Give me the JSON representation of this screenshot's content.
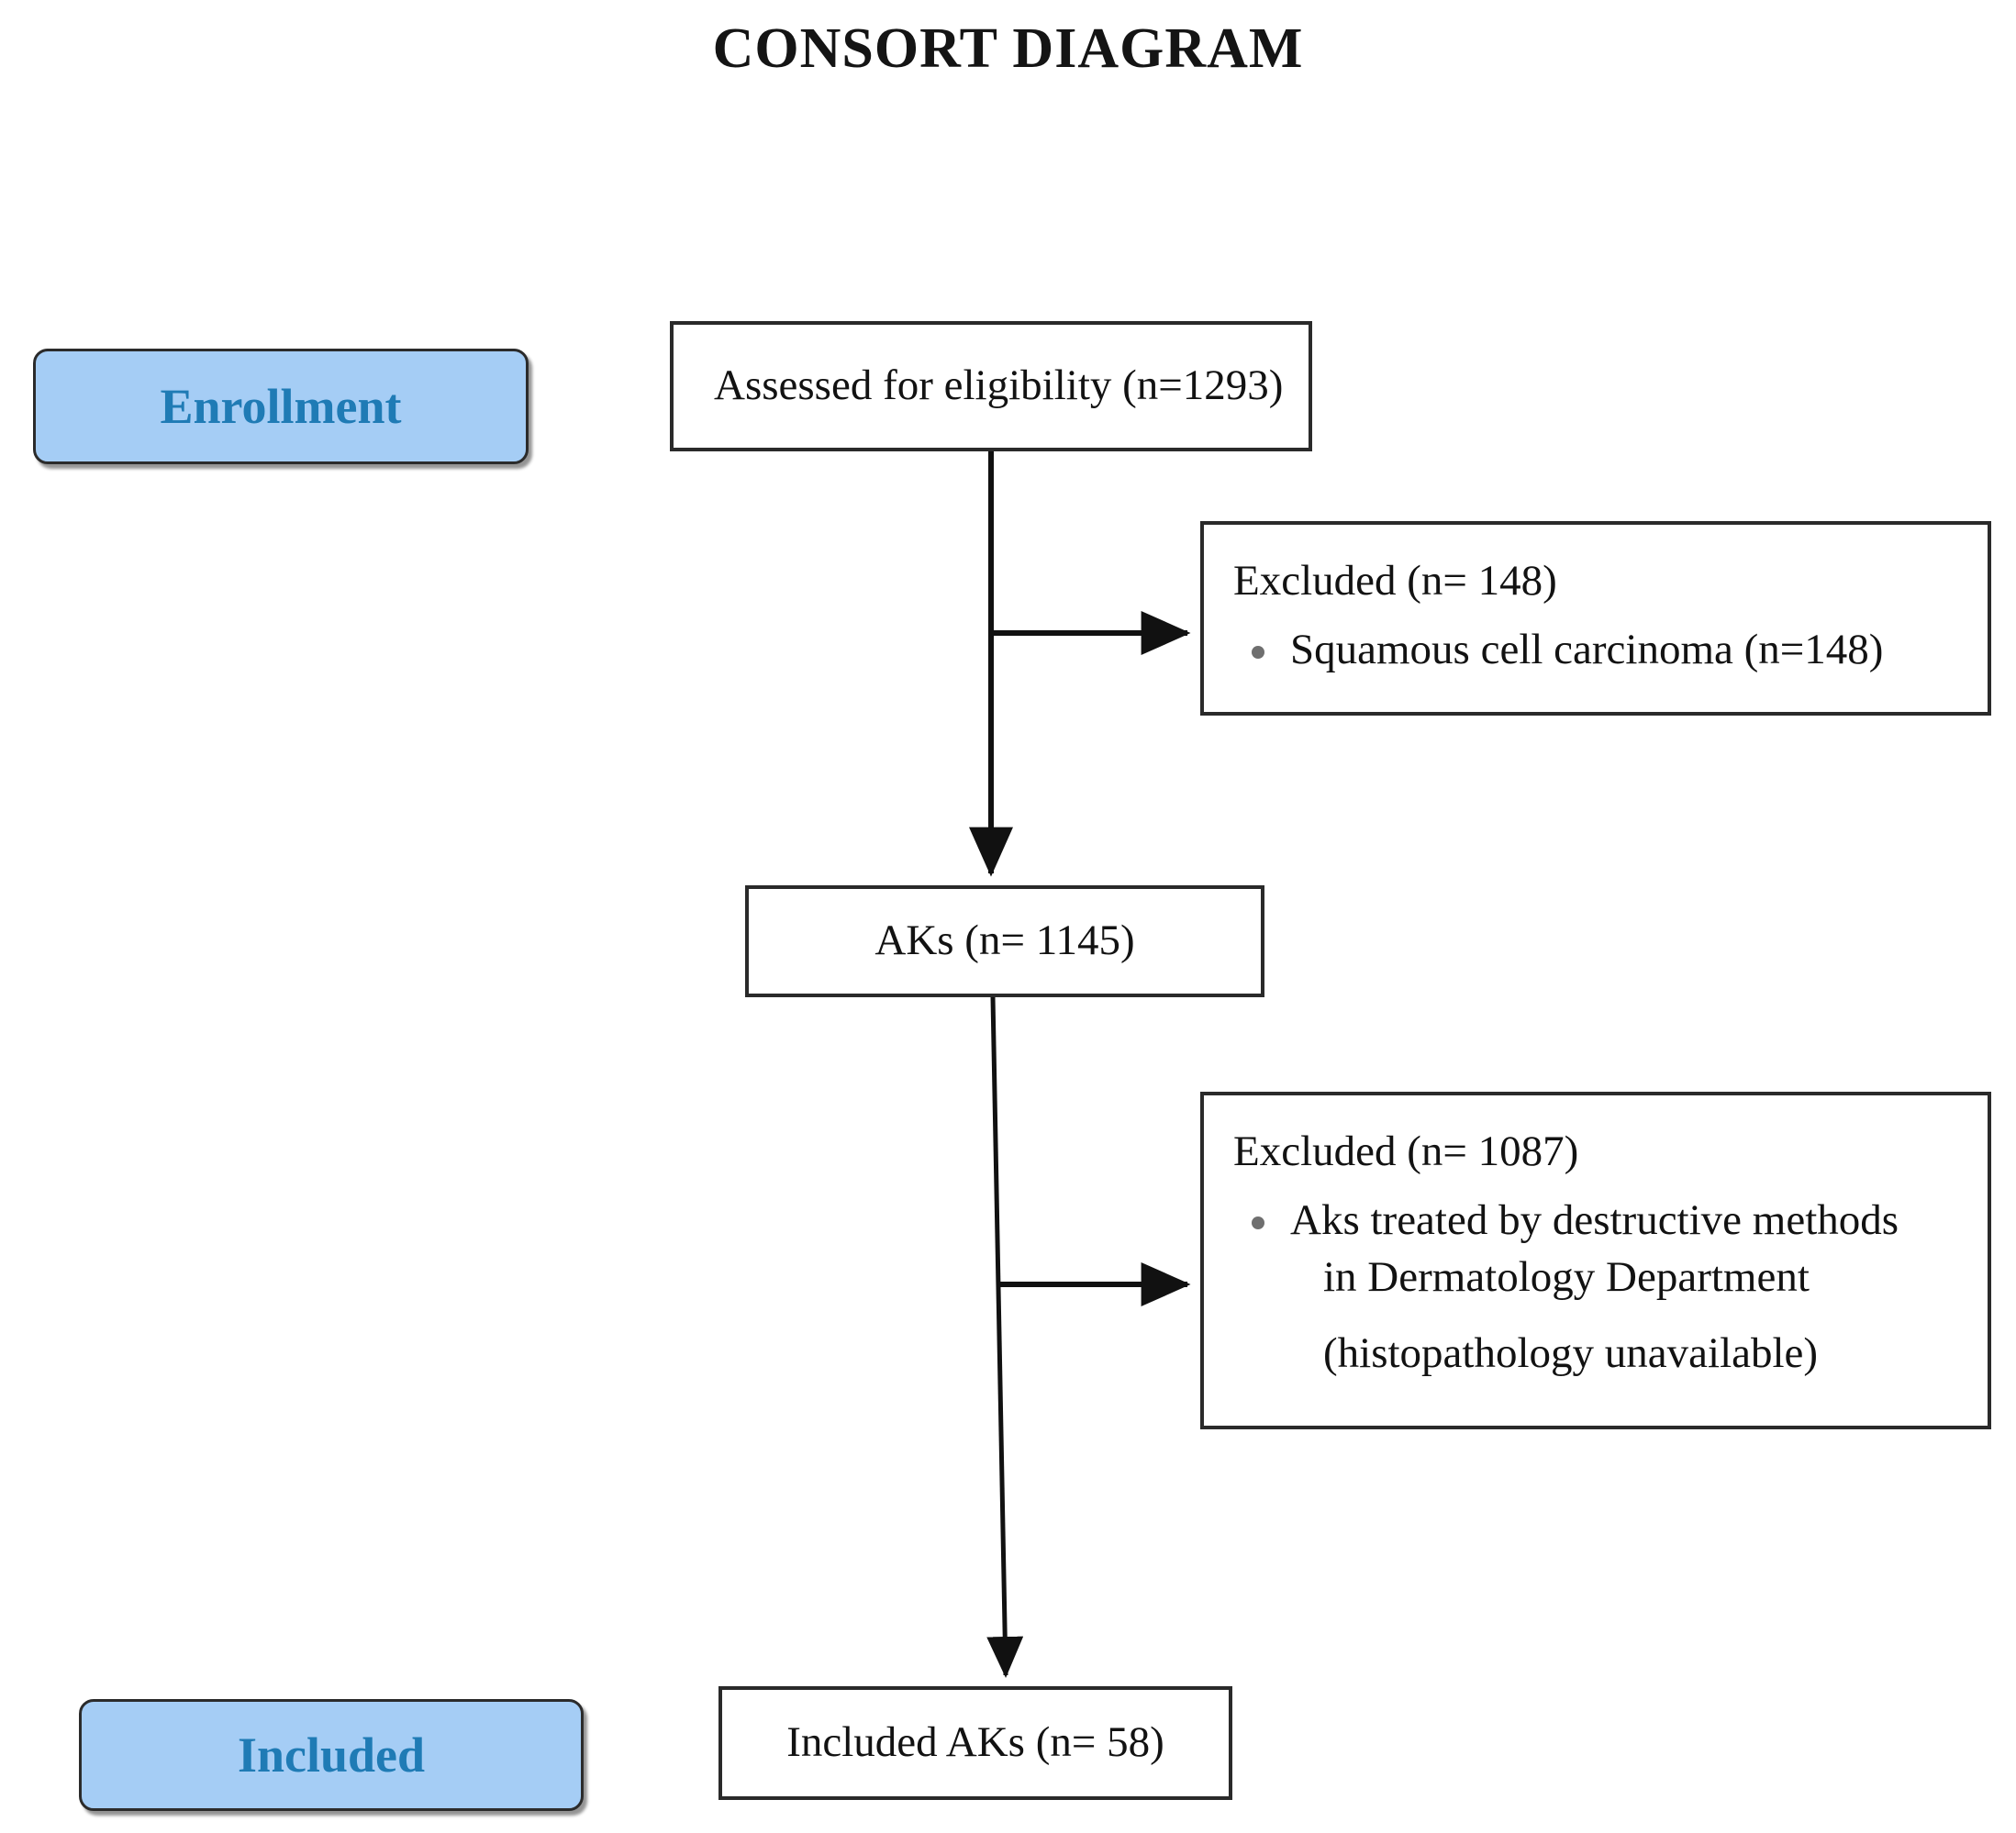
{
  "title": "CONSORT DIAGRAM",
  "colors": {
    "badge_fill": "#a5cdf5",
    "badge_text": "#1f7bb5",
    "badge_border": "#2b2b2b",
    "box_border": "#2a2a2a",
    "box_text": "#121212",
    "bullet": "#6f6f6f",
    "background": "#ffffff"
  },
  "stages": {
    "enrollment_label": "Enrollment",
    "included_label": "Included"
  },
  "nodes": {
    "assessed": "Assessed for eligibility (n=1293)",
    "aks": "AKs (n= 1145)",
    "included_aks": "Included AKs (n= 58)"
  },
  "excluded_1": {
    "heading": "Excluded (n= 148)",
    "items": [
      {
        "line1": "Squamous cell carcinoma (n=148)"
      }
    ]
  },
  "excluded_2": {
    "heading": "Excluded (n= 1087)",
    "items": [
      {
        "line1": "Aks treated by destructive methods",
        "line2": "in Dermatology Department",
        "line3": "(histopathology unavailable)"
      }
    ]
  },
  "chart_data": {
    "type": "diagram",
    "diagram_kind": "CONSORT flow diagram",
    "title": "CONSORT DIAGRAM",
    "nodes": [
      {
        "id": "assessed",
        "label": "Assessed for eligibility (n=1293)",
        "n": 1293,
        "stage": "Enrollment"
      },
      {
        "id": "excluded_1",
        "label": "Excluded (n= 148)",
        "n": 148,
        "reasons": [
          {
            "label": "Squamous cell carcinoma (n=148)",
            "n": 148
          }
        ]
      },
      {
        "id": "aks",
        "label": "AKs (n= 1145)",
        "n": 1145
      },
      {
        "id": "excluded_2",
        "label": "Excluded (n= 1087)",
        "n": 1087,
        "reasons": [
          {
            "label": "Aks treated by destructive methods in Dermatology Department (histopathology unavailable)",
            "n": 1087
          }
        ]
      },
      {
        "id": "included_aks",
        "label": "Included AKs (n= 58)",
        "n": 58,
        "stage": "Included"
      }
    ],
    "edges": [
      {
        "from": "assessed",
        "to": "excluded_1",
        "direction": "right"
      },
      {
        "from": "assessed",
        "to": "aks",
        "direction": "down"
      },
      {
        "from": "aks",
        "to": "excluded_2",
        "direction": "right"
      },
      {
        "from": "aks",
        "to": "included_aks",
        "direction": "down"
      }
    ]
  }
}
